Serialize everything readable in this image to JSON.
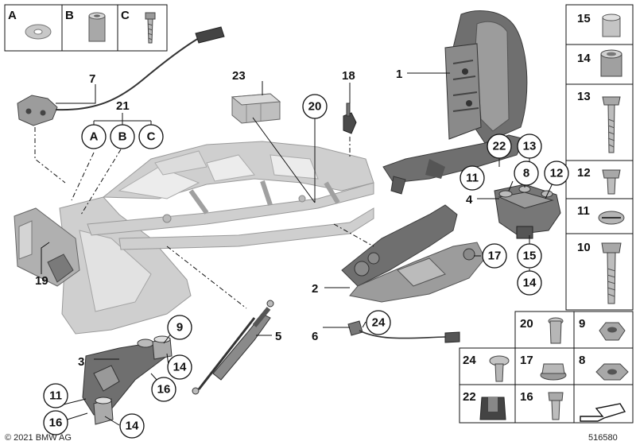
{
  "diagram": {
    "part_labels": {
      "p1": "1",
      "p2": "2",
      "p3": "3",
      "p4": "4",
      "p5": "5",
      "p6": "6",
      "p7": "7",
      "p18": "18",
      "p19": "19",
      "p21": "21",
      "p23": "23"
    },
    "circled_labels": {
      "A": "A",
      "B": "B",
      "C": "C",
      "c20": "20",
      "c22": "22",
      "c13": "13",
      "c11a": "11",
      "c8": "8",
      "c12": "12",
      "c17": "17",
      "c15": "15",
      "c14a": "14",
      "c24": "24",
      "c9": "9",
      "c14b": "14",
      "c16a": "16",
      "c11b": "11",
      "c16b": "16",
      "c14c": "14"
    },
    "top_legend": [
      {
        "key": "A",
        "label": "A"
      },
      {
        "key": "B",
        "label": "B"
      },
      {
        "key": "C",
        "label": "C"
      }
    ],
    "side_legend": [
      {
        "key": "15",
        "label": "15"
      },
      {
        "key": "14",
        "label": "14"
      },
      {
        "key": "13",
        "label": "13"
      },
      {
        "key": "12",
        "label": "12"
      },
      {
        "key": "11",
        "label": "11"
      },
      {
        "key": "10",
        "label": "10"
      }
    ],
    "bottom_legend": [
      {
        "key": "20",
        "label": "20"
      },
      {
        "key": "9",
        "label": "9"
      },
      {
        "key": "24",
        "label": "24"
      },
      {
        "key": "17",
        "label": "17"
      },
      {
        "key": "8",
        "label": "8"
      },
      {
        "key": "22",
        "label": "22"
      },
      {
        "key": "16",
        "label": "16"
      }
    ],
    "copyright": "© 2021 BMW AG",
    "diagram_number": "516580"
  }
}
